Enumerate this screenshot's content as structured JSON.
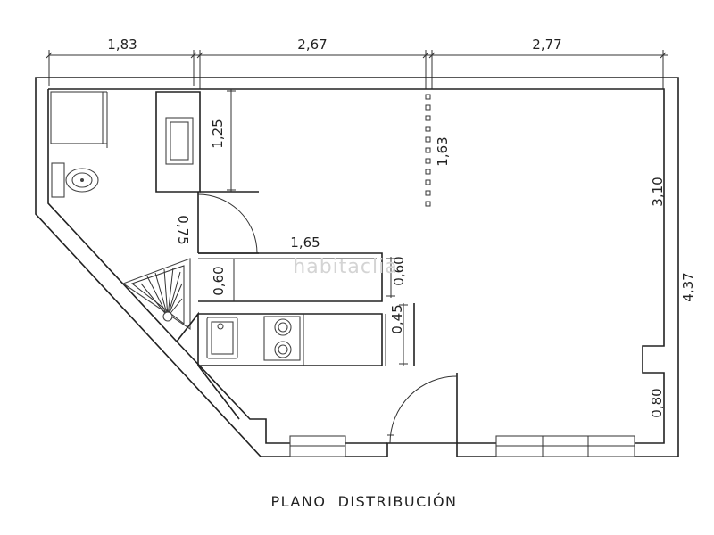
{
  "plan": {
    "caption": "PLANO  DISTRIBUCIÓN",
    "watermark": "habitaclia",
    "dimensions": {
      "top_left_width": "1,83",
      "top_middle_width": "2,67",
      "top_right_width": "2,77",
      "cabinet_height": "1,25",
      "partition_length": "1,63",
      "living_height": "3,10",
      "total_height": "4,37",
      "bathroom_door_width": "0,75",
      "counter_length": "1,65",
      "counter_depth_left": "0,60",
      "counter_depth_right": "0,60",
      "kitchen_depth": "0,45",
      "pillar_offset": "0,80"
    }
  }
}
